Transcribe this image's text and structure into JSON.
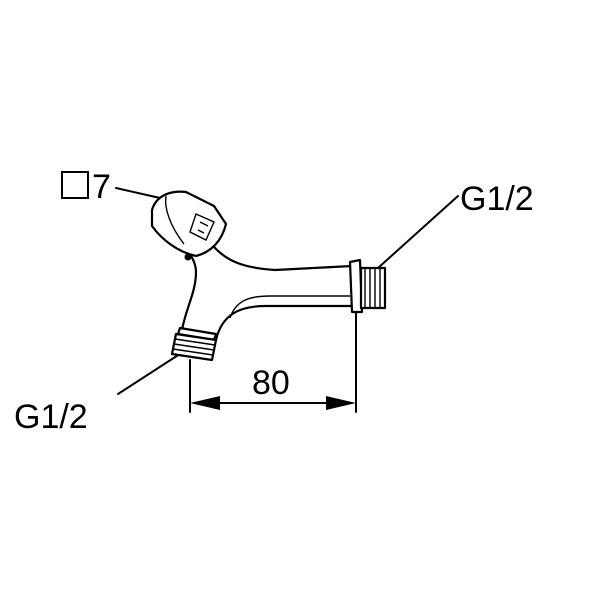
{
  "labels": {
    "square_size": "7",
    "top_right_thread": "G1/2",
    "bottom_left_thread": "G1/2",
    "dimension": "80"
  },
  "colors": {
    "line": "#000000",
    "background": "#ffffff"
  },
  "icons": {
    "square_symbol": "square-icon"
  }
}
